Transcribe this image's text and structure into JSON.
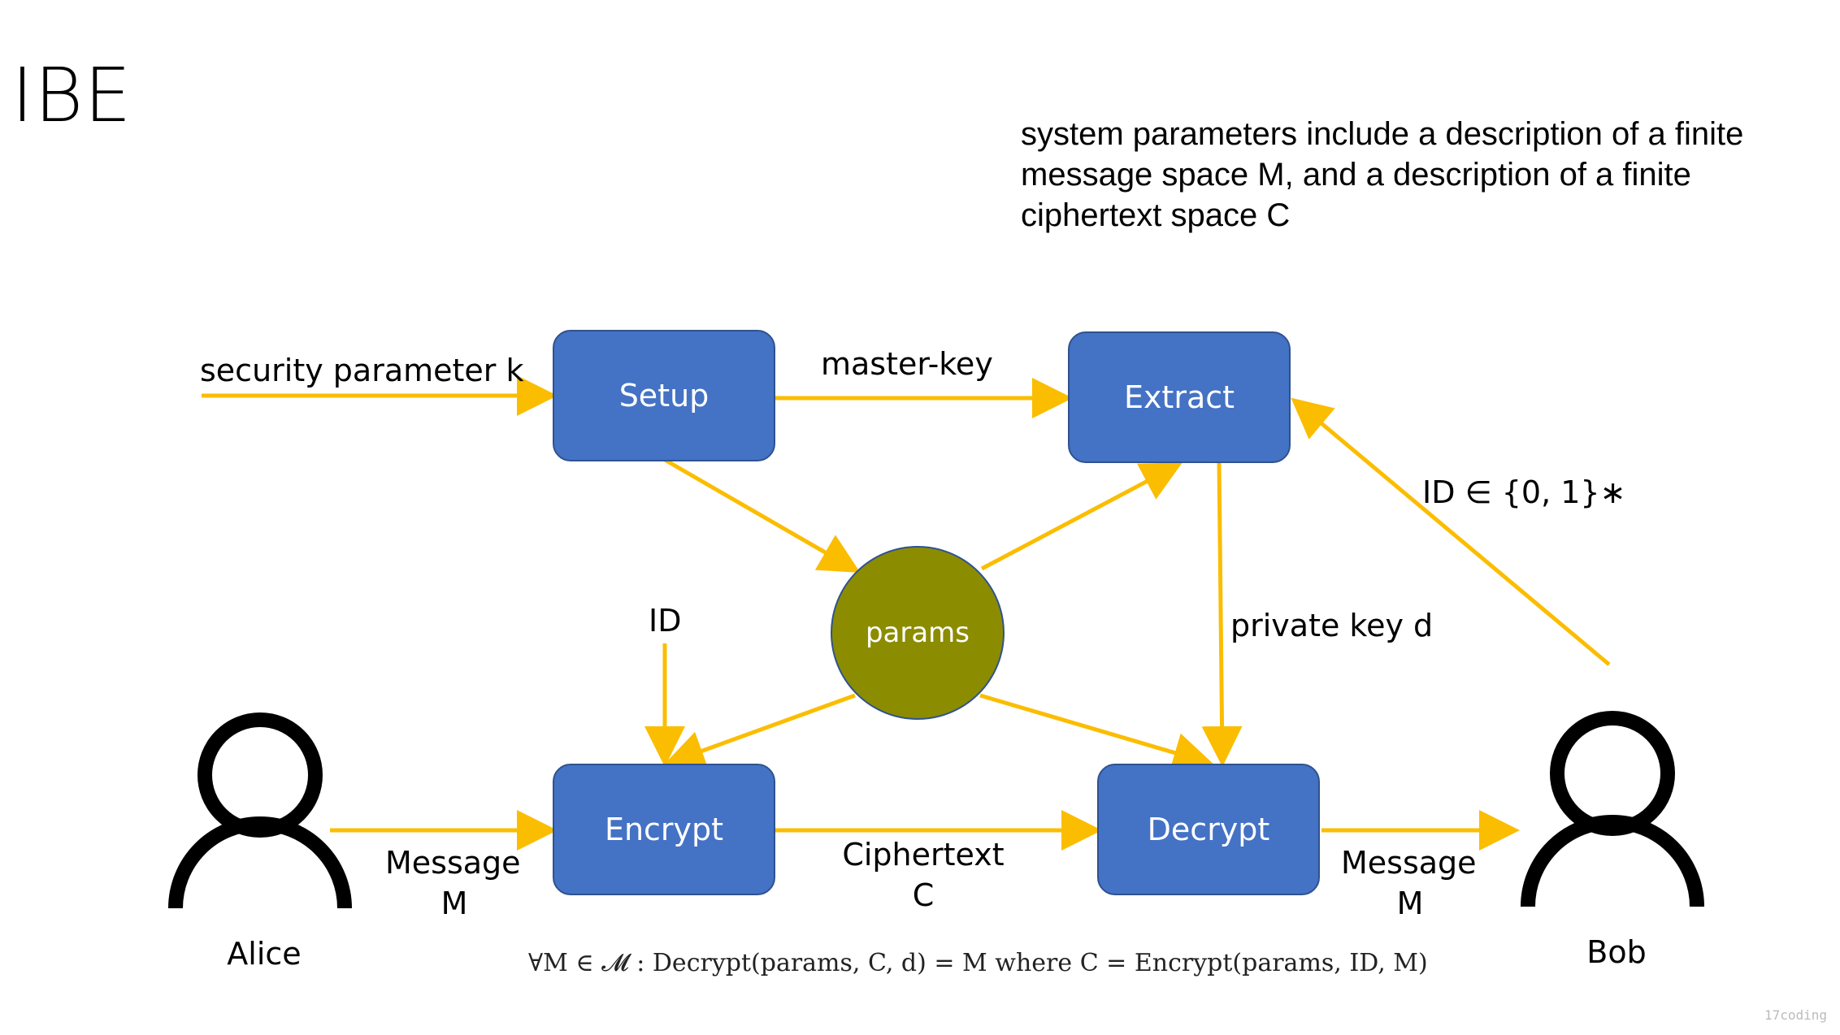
{
  "title": "IBE",
  "note": "system parameters include a description of a finite message space M, and a description of a finite ciphertext space C",
  "nodes": {
    "setup": "Setup",
    "extract": "Extract",
    "encrypt": "Encrypt",
    "decrypt": "Decrypt",
    "params": "params"
  },
  "labels": {
    "security_param": "security parameter k",
    "master_key": "master-key",
    "id_bob": "ID ∈ {0, 1}∗",
    "id": "ID",
    "private_key": "private key d",
    "message_left_1": "Message",
    "message_left_2": "M",
    "ciphertext_1": "Ciphertext",
    "ciphertext_2": "C",
    "message_right_1": "Message",
    "message_right_2": "M"
  },
  "people": {
    "alice": "Alice",
    "bob": "Bob"
  },
  "formula": "∀M ∈ 𝓜 : Decrypt(params, C, d) = M    where    C = Encrypt(params, ID, M)",
  "watermark": "17coding",
  "colors": {
    "arrow": "#fbbd00",
    "box": "#4472c4",
    "params": "#8c8c00"
  }
}
